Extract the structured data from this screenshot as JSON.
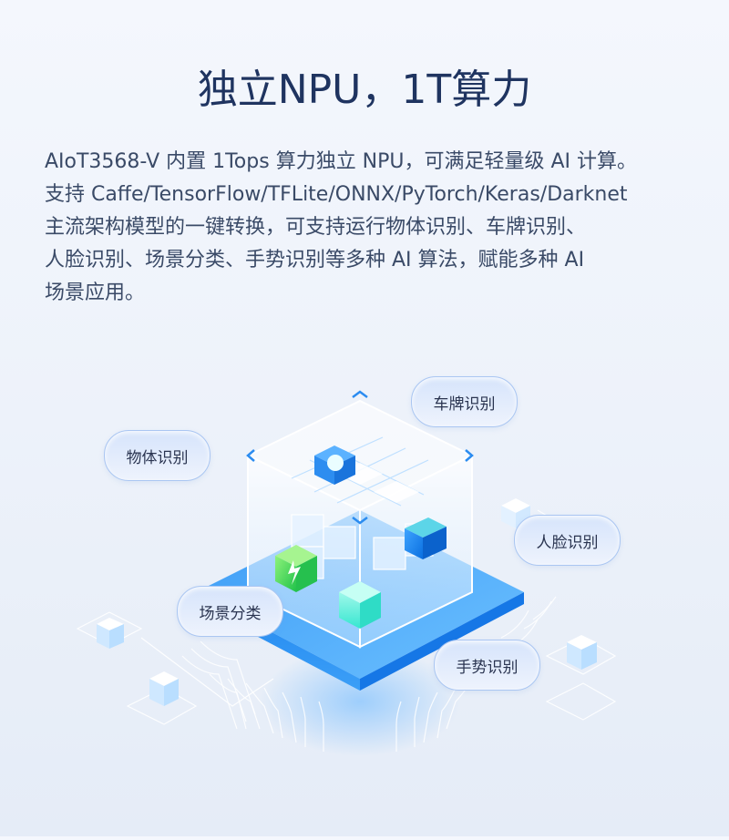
{
  "header": {
    "title": "独立NPU，1T算力"
  },
  "description": {
    "lines": [
      "AIoT3568-V 内置 1Tops 算力独立 NPU，可满足轻量级 AI 计算。",
      "支持 Caffe/TensorFlow/TFLite/ONNX/PyTorch/Keras/Darknet",
      "主流架构模型的一键转换，可支持运行物体识别、车牌识别、",
      "人脸识别、场景分类、手势识别等多种 AI 算法，赋能多种 AI",
      "场景应用。"
    ]
  },
  "illustration": {
    "labels": {
      "license_plate": "车牌识别",
      "object": "物体识别",
      "face": "人脸识别",
      "scene": "场景分类",
      "gesture": "手势识别"
    },
    "colors": {
      "platform": "#4aa8f8",
      "accent": "#2b8cf0",
      "green_cube": "#3fd15a",
      "cyan_cube": "#5ef2d8"
    }
  }
}
